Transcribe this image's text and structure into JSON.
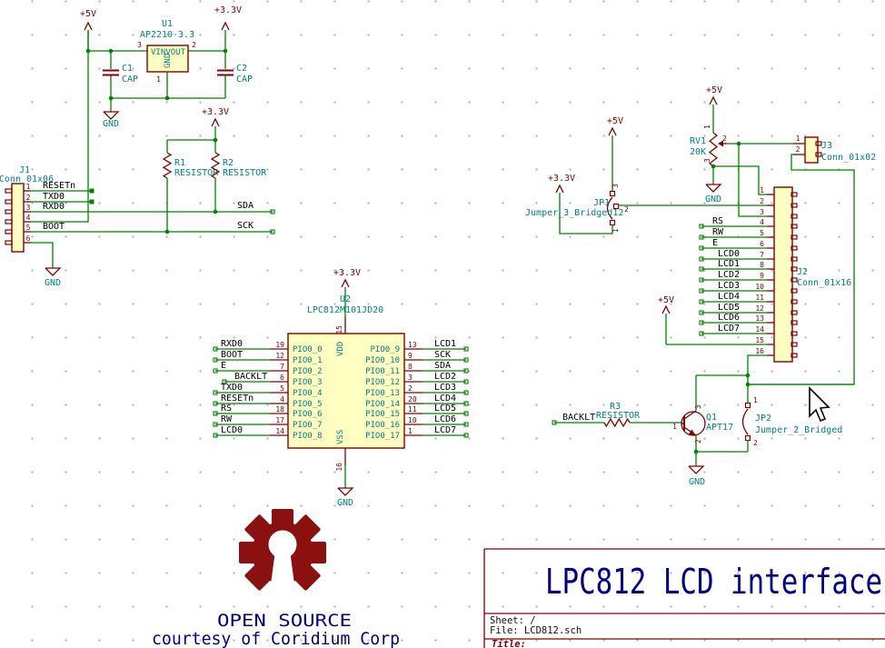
{
  "title_block": {
    "title": "LPC812 LCD interface",
    "sheet": "Sheet: /",
    "file": "File: LCD812.sch",
    "title_label": "Title:"
  },
  "logo": {
    "line1": "OPEN SOURCE",
    "line2": "courtesy of Coridium Corp"
  },
  "power": {
    "v5": "+5V",
    "v33": "+3.3V",
    "gnd": "GND"
  },
  "net_labels": {
    "sda": "SDA",
    "sck": "SCK",
    "backlt": "BACKLT"
  },
  "components": {
    "u1": {
      "ref": "U1",
      "value": "AP2210-3.3",
      "pins": {
        "vin": {
          "name": "VIN",
          "num": "3"
        },
        "vout": {
          "name": "VOUT",
          "num": "2"
        },
        "gnd": {
          "name": "GND",
          "num": "1"
        }
      }
    },
    "c1": {
      "ref": "C1",
      "value": "CAP"
    },
    "c2": {
      "ref": "C2",
      "value": "CAP"
    },
    "r1": {
      "ref": "R1",
      "value": "RESISTOR"
    },
    "r2": {
      "ref": "R2",
      "value": "RESISTOR"
    },
    "r3": {
      "ref": "R3",
      "value": "RESISTOR"
    },
    "rv1": {
      "ref": "RV1",
      "value": "20K",
      "pin_nums": [
        "1",
        "2",
        "3"
      ]
    },
    "q1": {
      "ref": "Q1",
      "value": "APT17",
      "pin_nums": [
        "1",
        "2",
        "3"
      ]
    },
    "jp1": {
      "ref": "JP1",
      "value": "Jumper_3_Bridged12",
      "pin_nums": [
        "1",
        "2",
        "3"
      ]
    },
    "jp2": {
      "ref": "JP2",
      "value": "Jumper_2_Bridged",
      "pin_nums": [
        "1",
        "2"
      ]
    },
    "j1": {
      "ref": "J1",
      "value": "Conn_01x06",
      "pin_nums": [
        "1",
        "2",
        "3",
        "4",
        "5",
        "6"
      ],
      "pin_labels": [
        "RESETn",
        "TXD0",
        "RXD0",
        "",
        "BOOT",
        ""
      ]
    },
    "j2": {
      "ref": "J2",
      "value": "Conn_01x16",
      "pin_nums": [
        "1",
        "2",
        "3",
        "4",
        "5",
        "6",
        "7",
        "8",
        "9",
        "10",
        "11",
        "12",
        "13",
        "14",
        "15",
        "16"
      ],
      "pin_labels": [
        "",
        "",
        "",
        "RS",
        "RW",
        "E",
        "LCD0",
        "LCD1",
        "LCD2",
        "LCD3",
        "LCD4",
        "LCD5",
        "LCD6",
        "LCD7",
        "",
        ""
      ]
    },
    "j3": {
      "ref": "J3",
      "value": "Conn_01x02",
      "pin_nums": [
        "1",
        "2"
      ]
    },
    "u2": {
      "ref": "U2",
      "value": "LPC812M101JD20",
      "vdd": {
        "name": "VDD",
        "num": "15"
      },
      "vss": {
        "name": "VSS",
        "num": "16"
      },
      "left": [
        {
          "label": "RXD0",
          "num": "19",
          "name": "PIO0_0"
        },
        {
          "label": "BOOT",
          "num": "12",
          "name": "PIO0_1"
        },
        {
          "label": "E",
          "num": "7",
          "name": "PIO0_2"
        },
        {
          "label": "BACKLT",
          "num": "6",
          "name": "PIO0_3"
        },
        {
          "label": "TXD0",
          "num": "5",
          "name": "PIO0_4"
        },
        {
          "label": "RESETn",
          "num": "4",
          "name": "PIO0_5"
        },
        {
          "label": "RS",
          "num": "18",
          "name": "PIO0_6"
        },
        {
          "label": "RW",
          "num": "17",
          "name": "PIO0_7"
        },
        {
          "label": "LCD0",
          "num": "14",
          "name": "PIO0_8"
        }
      ],
      "right": [
        {
          "label": "LCD1",
          "num": "13",
          "name": "PIO0_9"
        },
        {
          "label": "SCK",
          "num": "9",
          "name": "PIO0_10"
        },
        {
          "label": "SDA",
          "num": "8",
          "name": "PIO0_11"
        },
        {
          "label": "LCD2",
          "num": "3",
          "name": "PIO0_12"
        },
        {
          "label": "LCD3",
          "num": "2",
          "name": "PIO0_13"
        },
        {
          "label": "LCD4",
          "num": "20",
          "name": "PIO0_14"
        },
        {
          "label": "LCD5",
          "num": "11",
          "name": "PIO0_15"
        },
        {
          "label": "LCD6",
          "num": "10",
          "name": "PIO0_16"
        },
        {
          "label": "LCD7",
          "num": "1",
          "name": "PIO0_17"
        }
      ]
    }
  },
  "colors": {
    "wire": "#008400",
    "device": "#840000",
    "body_fill": "#FFFFC2",
    "field": "#008484",
    "label": "#000000",
    "title": "#000084",
    "logo_gear": "#8B1111"
  }
}
